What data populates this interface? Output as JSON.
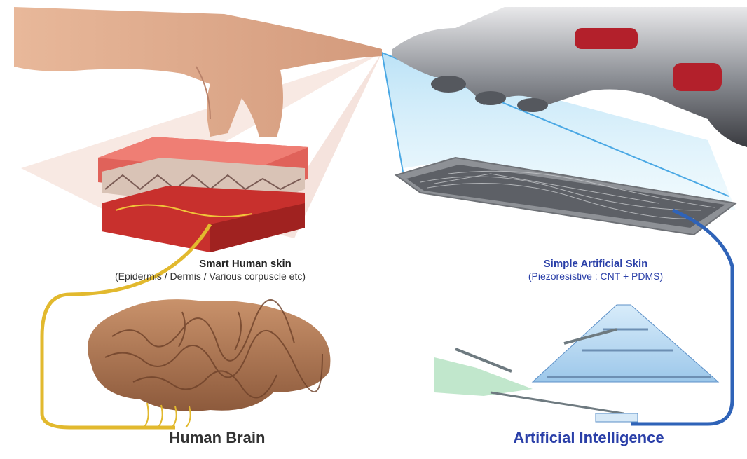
{
  "human": {
    "skin_title": "Smart Human skin",
    "skin_subtitle": "(Epidermis / Dermis / Various corpuscle etc)",
    "brain_title": "Human Brain"
  },
  "artificial": {
    "skin_title": "Simple Artificial Skin",
    "skin_subtitle": "(Piezoresistive : CNT + PDMS)",
    "ai_title": "Artificial Intelligence"
  },
  "colors": {
    "human_wire": "#e2b92e",
    "ai_wire": "#2f63b8",
    "ai_label": "#2a3fa8",
    "skin_top": "#e0625a",
    "skin_base": "#c8302d",
    "beam_blue": "#7ec8ee"
  }
}
